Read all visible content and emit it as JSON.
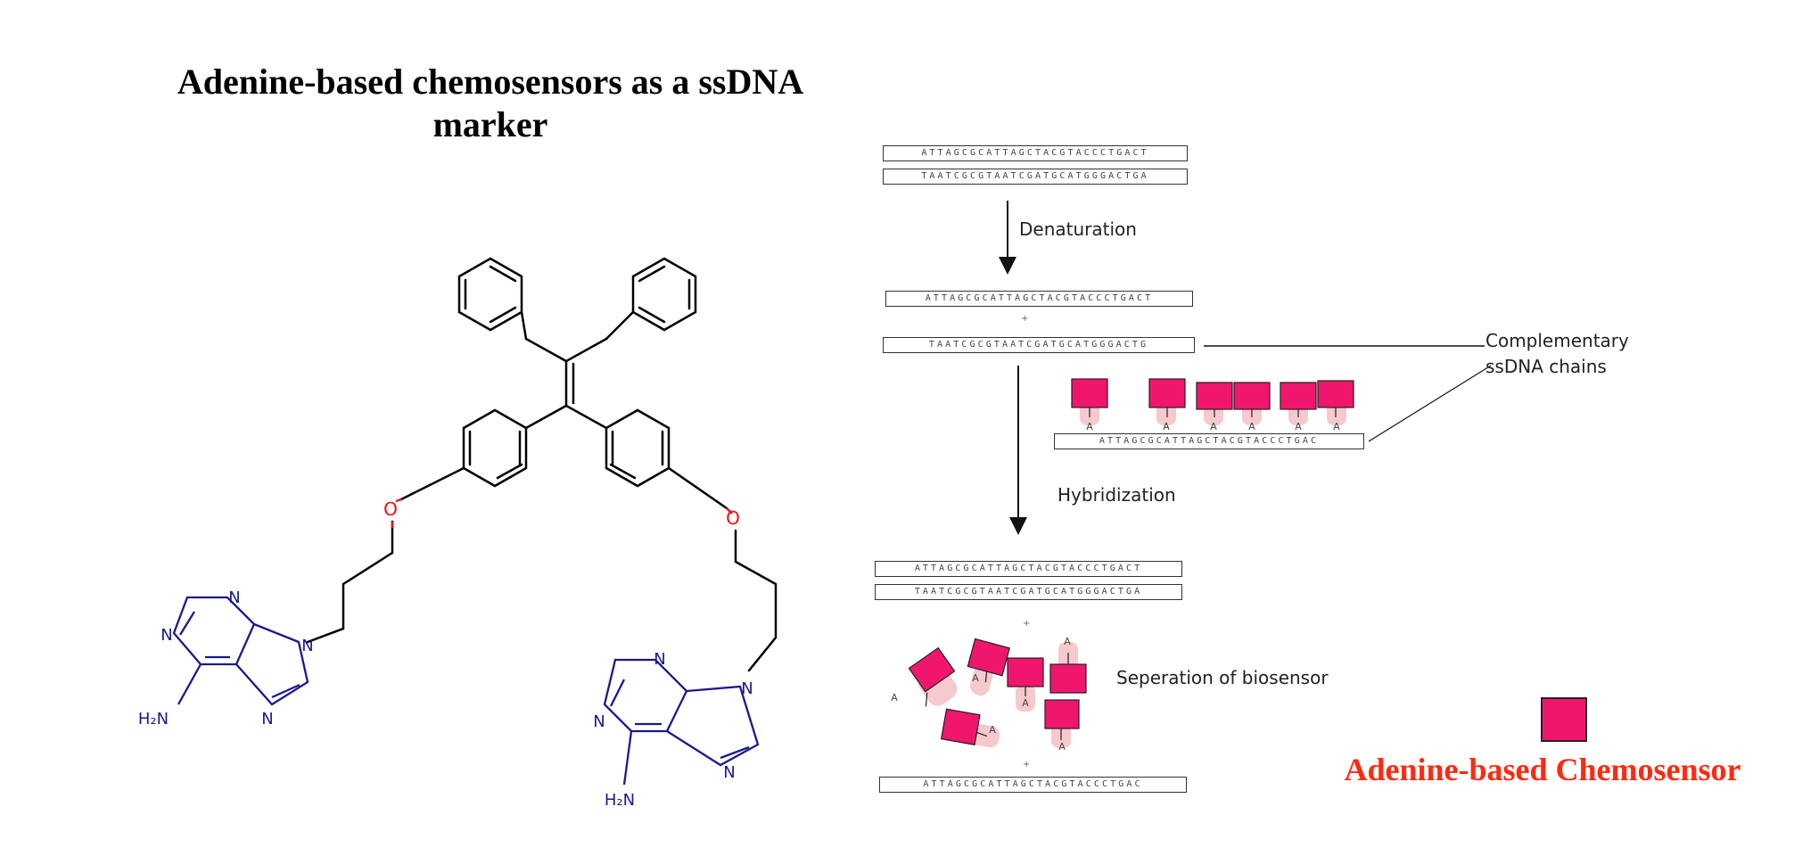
{
  "title": "Adenine-based chemosensors as a ssDNA marker",
  "dna": {
    "sense_strand": "ATTAGCGCATTAGCTACGTACCCTGACT",
    "antisense_strand": "TAATCGCGTAATCGATGCATGGGACTGA",
    "antisense_short": "TAATCGCGTAATCGATGCATGGGACTG",
    "sense_short": "ATTAGCGCATTAGCTACGTACCCTGAC",
    "plus": "+"
  },
  "steps": {
    "denaturation": "Denaturation",
    "hybridization": "Hybridization",
    "separation": "Seperation of biosensor"
  },
  "callout": {
    "line1": "Complementary",
    "line2": "ssDNA chains"
  },
  "base_label": "A",
  "molecule_labels": {
    "oxygen": "O",
    "nitrogen": "N",
    "amine": "H₂N"
  },
  "legend": {
    "label": "Adenine-based Chemosensor",
    "color": "#f0166e"
  },
  "colors": {
    "title_legend": "#ff2a10",
    "oxygen": "#ee1111",
    "nitrogen": "#1a1a8c",
    "sensor": "#f0166e",
    "halo": "#f6c9cc"
  }
}
